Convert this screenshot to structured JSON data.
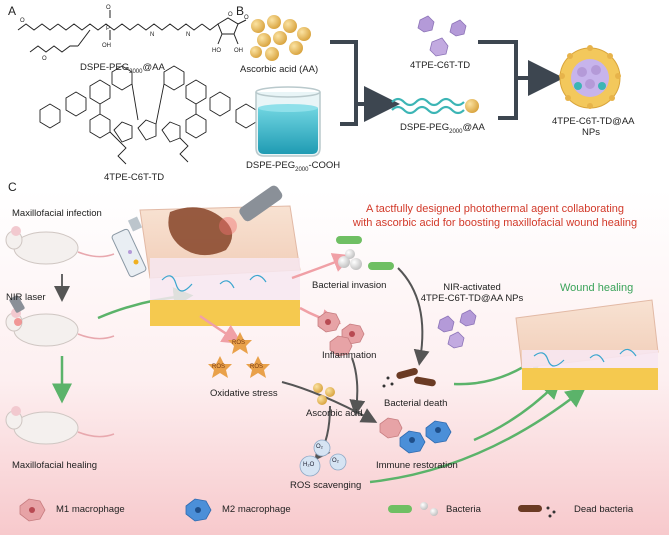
{
  "panels": {
    "a": "A",
    "b": "B",
    "c": "C"
  },
  "panel_a": {
    "compound1": {
      "base": "DSPE-PEG",
      "sub": "2000",
      "suffix": "@AA"
    },
    "compound2": "4TPE-C6T-TD"
  },
  "panel_b": {
    "ascorbic_acid": "Ascorbic acid (AA)",
    "dspe_cooh": {
      "base": "DSPE-PEG",
      "sub": "2000",
      "suffix": "-COOH"
    },
    "tpe": "4TPE-C6T-TD",
    "dspe_aa": {
      "base": "DSPE-PEG",
      "sub": "2000",
      "suffix": "@AA"
    },
    "nps_line1": "4TPE-C6T-TD@AA",
    "nps_line2": "NPs"
  },
  "panel_c": {
    "title_line1": "A tactfully designed photothermal agent collaborating",
    "title_line2": "with ascorbic acid for boosting maxillofacial wound healing",
    "maxillofacial_infection": "Maxillofacial infection",
    "nir_laser": "NIR laser",
    "maxillofacial_healing": "Maxillofacial healing",
    "bacterial_invasion": "Bacterial invasion",
    "nir_activated_line1": "NIR-activated",
    "nir_activated_line2": "4TPE-C6T-TD@AA NPs",
    "wound_healing": "Wound healing",
    "inflammation": "Inflammation",
    "ros": "ROS",
    "oxidative_stress": "Oxidative stress",
    "bacterial_death": "Bacterial death",
    "ascorbic_acid": "Ascorbic acid",
    "immune_restoration": "Immune restoration",
    "ros_scavenging": "ROS scavenging",
    "o2": "O₂",
    "h2o": "H₂O",
    "legend": {
      "m1": "M1 macrophage",
      "m2": "M2 macrophage",
      "bacteria": "Bacteria",
      "dead_bacteria": "Dead bacteria"
    }
  },
  "colors": {
    "accent_red": "#d23a2a",
    "green_arrow": "#5bb36a",
    "pink_arrow": "#f0a0a6",
    "skin": "#f6d8c6",
    "fat": "#f5c94f",
    "nanoparticle": "#e8b84a",
    "crystal": "#b49ad8",
    "m2_blue": "#4b8fd8",
    "m1_pink": "#e7a3a6",
    "bacteria_green": "#6fbf63"
  }
}
